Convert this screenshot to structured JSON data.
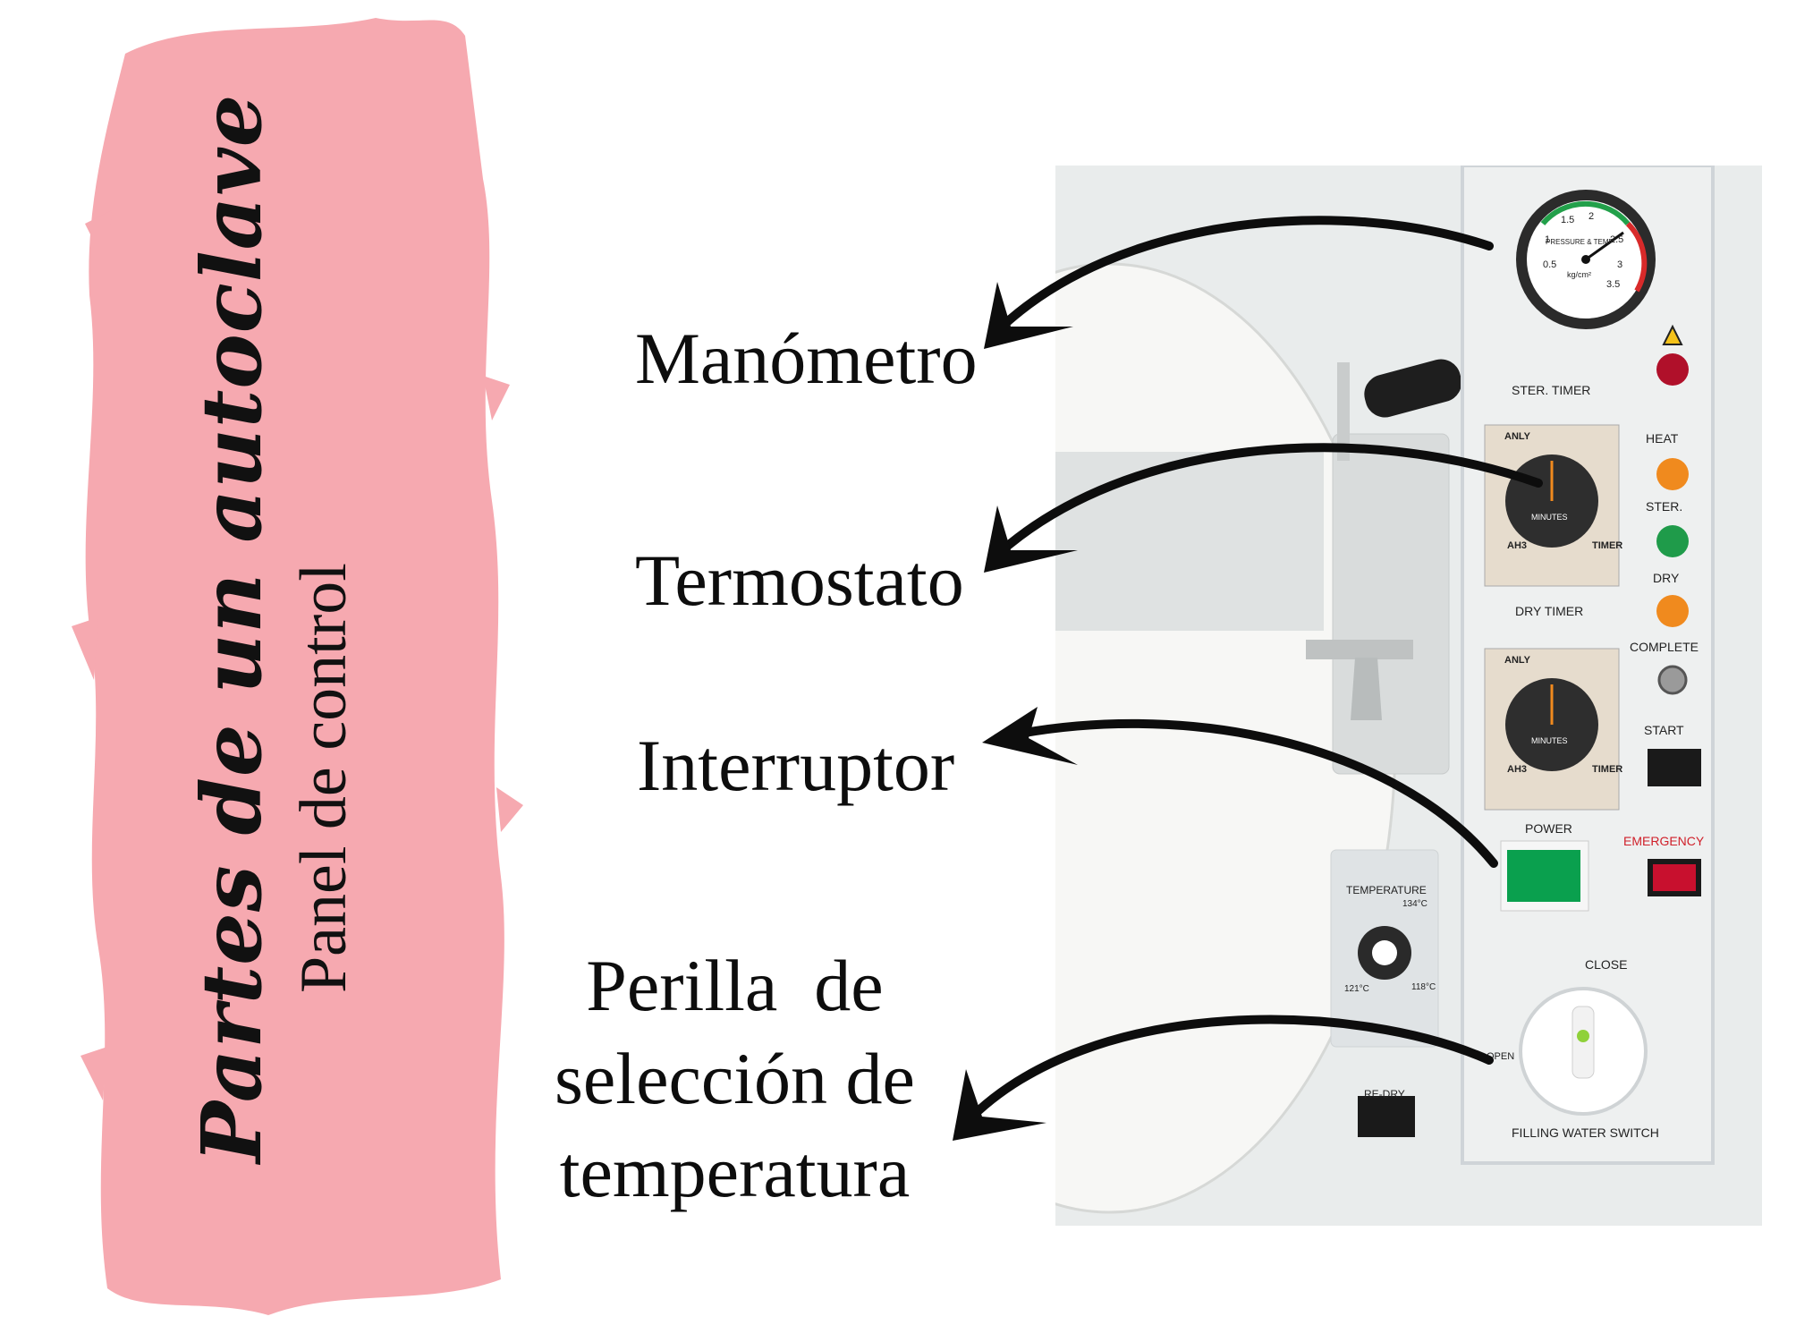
{
  "title": {
    "main": "Partes de un autoclave",
    "sub": "Panel de control"
  },
  "labels": {
    "manometro": "Manómetro",
    "termostato": "Termostato",
    "interruptor": "Interruptor",
    "perilla_line1": "Perilla  de",
    "perilla_line2": "selección de",
    "perilla_line3": "temperatura"
  },
  "panel": {
    "ster_timer": "STER. TIMER",
    "heat": "HEAT",
    "ster": "STER.",
    "dry": "DRY",
    "dry_timer": "DRY TIMER",
    "complete": "COMPLETE",
    "start": "START",
    "power": "POWER",
    "emergency": "EMERGENCY",
    "temperature": "TEMPERATURE",
    "temp_134": "134°C",
    "temp_121": "121°C",
    "temp_118": "118°C",
    "re_dry": "RE-DRY",
    "close": "CLOSE",
    "open": "OPEN",
    "filling_water_switch": "FILLING WATER SWITCH",
    "timer_brand": "ANLY",
    "timer_model": "AH3",
    "timer_word": "TIMER",
    "timer_minutes": "MINUTES",
    "gauge_text": "PRESSURE & TEMP",
    "gauge_unit": "kg/cm²",
    "gauge_scale": [
      "0.5",
      "1",
      "1.5",
      "2",
      "2.5",
      "3",
      "3.5"
    ]
  },
  "colors": {
    "brush_pink": "#f6a9b0",
    "panel_bg": "#e9ecec",
    "strip_bg": "#eef0f0",
    "orange_lamp": "#f08a1e",
    "green_lamp": "#1f9b4a",
    "red_lamp": "#c8102e",
    "power_switch": "#0aa04e",
    "emergency_text": "#d0202a"
  }
}
